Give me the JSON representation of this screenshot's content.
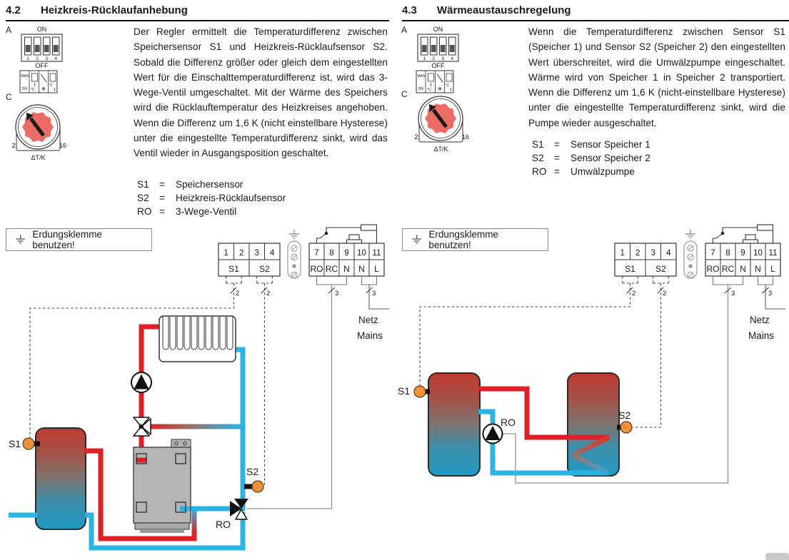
{
  "colors": {
    "pipe_red": "#e11f26",
    "pipe_blue": "#2ab4e6",
    "sensor_orange": "#f09038",
    "dial_red": "#ec6b64",
    "boiler_gray": "#b5b5b5",
    "wire_gray": "#8f8f8f"
  },
  "sections": [
    {
      "number": "4.2",
      "title": "Heizkreis-Rücklaufanhebung",
      "body": "Der Regler ermittelt die Temperaturdifferenz zwischen Speichersensor S1 und Heizkreis-Rücklaufsensor S2. Sobald die Differenz größer oder gleich dem eingestellten Wert für die Einschalttemperaturdifferenz ist, wird das 3-Wege-Ventil umgeschaltet. Mit der Wärme des Speichers wird die Rücklauftemperatur des Heizkreises angehoben. Wenn die Differenz um 1,6 K (nicht einstellbare Hysterese) unter die eingestellte Temperaturdifferenz sinkt, wird das Ventil wieder in Ausgangsposition geschaltet.",
      "legend": [
        {
          "k": "S1",
          "eq": "=",
          "v": "Speichersensor"
        },
        {
          "k": "S2",
          "eq": "=",
          "v": "Heizkreis-Rücklaufsensor"
        },
        {
          "k": "RO",
          "eq": "=",
          "v": "3-Wege-Ventil"
        }
      ],
      "controls": {
        "dip_label": "A",
        "on": "ON",
        "off": "OFF",
        "numbers": [
          "1",
          "2",
          "3",
          "4"
        ],
        "man": "MAN",
        "man_on": "ON",
        "celsius": "°C",
        "frost": "❄",
        "dial_label": "C",
        "dial_min": "2",
        "dial_max": "16",
        "dial_unit": "ΔT/K"
      },
      "ground_note": "Erdungsklemme benutzen!",
      "sensor_terminal": {
        "numbers": [
          "1",
          "2",
          "3",
          "4"
        ],
        "groups": [
          "S1",
          "S2"
        ],
        "wire_count": "2"
      },
      "relay_terminal": {
        "numbers": [
          "7",
          "8",
          "9",
          "10",
          "11"
        ],
        "labels": [
          "RO",
          "RC",
          "N",
          "N",
          "L"
        ],
        "wire_count": "3"
      },
      "mains": {
        "line1": "Netz",
        "line2": "Mains"
      },
      "diagram": {
        "s1": "S1",
        "s2": "S2",
        "ro": "RO"
      }
    },
    {
      "number": "4.3",
      "title": "Wärmeaustauschregelung",
      "body": "Wenn die Temperaturdifferenz zwischen Sensor S1 (Speicher 1) und Sensor S2 (Speicher 2) den eingestellten Wert überschreitet, wird die Umwälzpumpe eingeschaltet. Wärme wird von Speicher 1 in Speicher 2 transportiert. Wenn die Differenz um 1,6 K (nicht-einstellbare Hysterese) unter die eingestellte Temperaturdifferenz sinkt, wird die Pumpe wieder ausgeschaltet.",
      "legend": [
        {
          "k": "S1",
          "eq": "=",
          "v": "Sensor Speicher 1"
        },
        {
          "k": "S2",
          "eq": "=",
          "v": "Sensor Speicher 2"
        },
        {
          "k": "RO",
          "eq": "=",
          "v": "Umwälzpumpe"
        }
      ],
      "controls": {
        "dip_label": "A",
        "on": "ON",
        "off": "OFF",
        "numbers": [
          "1",
          "2",
          "3",
          "4"
        ],
        "man": "MAN",
        "man_on": "ON",
        "celsius": "°C",
        "frost": "❄",
        "dial_label": "C",
        "dial_min": "2",
        "dial_max": "16",
        "dial_unit": "ΔT/K"
      },
      "ground_note": "Erdungsklemme benutzen!",
      "sensor_terminal": {
        "numbers": [
          "1",
          "2",
          "3",
          "4"
        ],
        "groups": [
          "S1",
          "S2"
        ],
        "wire_count": "2"
      },
      "relay_terminal": {
        "numbers": [
          "7",
          "8",
          "9",
          "10",
          "11"
        ],
        "labels": [
          "RO",
          "RC",
          "N",
          "N",
          "L"
        ],
        "wire_count": "3"
      },
      "mains": {
        "line1": "Netz",
        "line2": "Mains"
      },
      "diagram": {
        "s1": "S1",
        "s2": "S2",
        "ro": "RO"
      }
    }
  ]
}
